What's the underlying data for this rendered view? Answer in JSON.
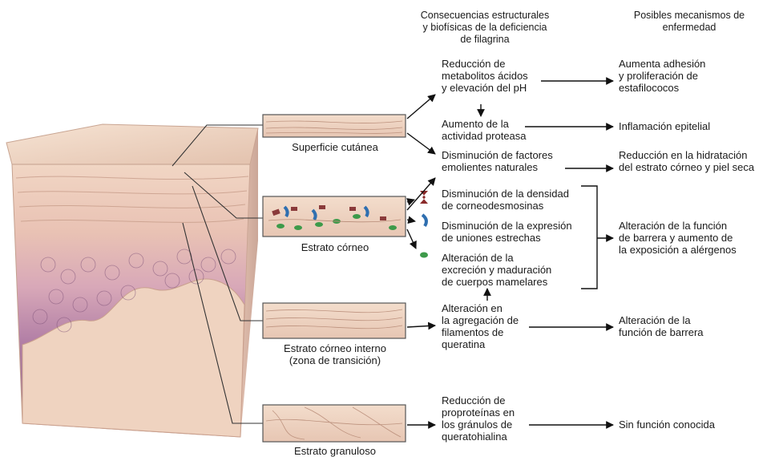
{
  "headers": {
    "consequences": "Consecuencias estructurales\ny biofísicas de la deficiencia\nde filagrina",
    "mechanisms": "Posibles mecanismos de\nenfermedad"
  },
  "layers": {
    "surface": "Superficie cutánea",
    "corneum": "Estrato córneo",
    "inner": "Estrato córneo interno\n(zona de transición)",
    "granular": "Estrato granuloso"
  },
  "consequences": {
    "c1": "Reducción de\nmetabolitos ácidos\ny elevación del pH",
    "c2": "Aumento de la\nactividad proteasa",
    "c3": "Disminución de factores\nemolientes naturales",
    "c4": "Disminución de la densidad\nde corneodesmosinas",
    "c5": "Disminución de la expresión\nde uniones estrechas",
    "c6": "Alteración de la\nexcreción y maduración\nde cuerpos mamelares",
    "c7": "Alteración en\nla agregación de\nfilamentos de\nqueratina",
    "c8": "Reducción de\nproproteínas en\nlos gránulos de\nqueratohialina"
  },
  "mechanisms": {
    "m1": "Aumenta adhesión\ny proliferación de\nestafilococos",
    "m2": "Inflamación epitelial",
    "m3": "Reducción en la hidratación\ndel estrato córneo y piel seca",
    "m4": "Alteración de la función\nde barrera y aumento de\nla exposición a alérgenos",
    "m5": "Alteración de la\nfunción de barrera",
    "m6": "Sin función conocida"
  }
}
